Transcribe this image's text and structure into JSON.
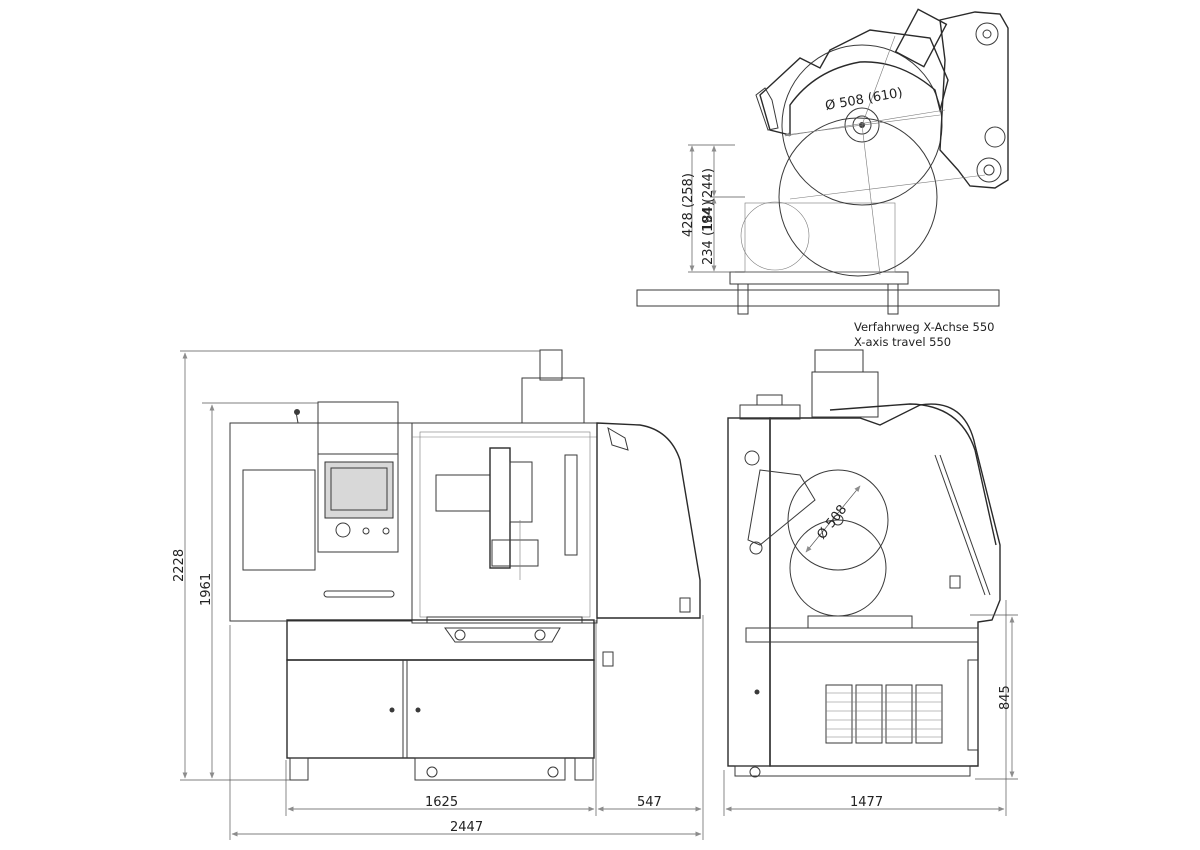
{
  "dimensions": {
    "overall_height": "2228",
    "cabinet_height": "1961",
    "width_base": "1625",
    "width_extension": "547",
    "total_width": "2447",
    "depth": "1477",
    "table_height": "845",
    "blade_diameter_side": "Ø 508",
    "blade_diameter_top": "Ø 508 (610)",
    "cut_height_total": "428 (258)",
    "cut_height_upper": "194 (244)",
    "cut_height_lower": "234 (184)"
  },
  "notes": {
    "travel_de": "Verfahrweg X-Achse 550",
    "travel_en": "X-axis travel 550"
  }
}
